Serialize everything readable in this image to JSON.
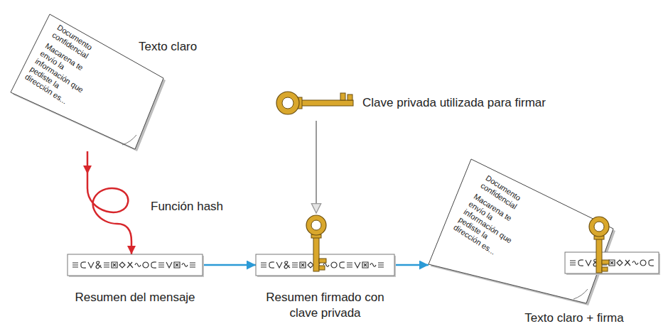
{
  "diagram": {
    "nodes": [
      {
        "text": [
          "Texto claro",
          "Documento confidencial",
          "Macarena te envío la información que pediste la dirección es..."
        ]
      },
      {
        "text": [
          "Función hash"
        ]
      },
      {
        "text": [
          "Resumen del mensaje"
        ]
      },
      {
        "text": [
          "Clave privada utilizada para firmar"
        ]
      },
      {
        "text": [
          "Resumen firmado con clave privada"
        ]
      },
      {
        "text": [
          "Documento confidencial",
          "Macarena te envío la información que pediste la dirección es...",
          "Texto claro + firma"
        ]
      }
    ],
    "edges": [
      {
        "from": 0,
        "to": 1,
        "arrow": "to"
      },
      {
        "from": 1,
        "to": 2,
        "arrow": "to"
      },
      {
        "from": 2,
        "to": 4,
        "arrow": "to"
      },
      {
        "from": 3,
        "to": 4,
        "arrow": "to"
      },
      {
        "from": 4,
        "to": 5,
        "arrow": "to"
      }
    ]
  }
}
